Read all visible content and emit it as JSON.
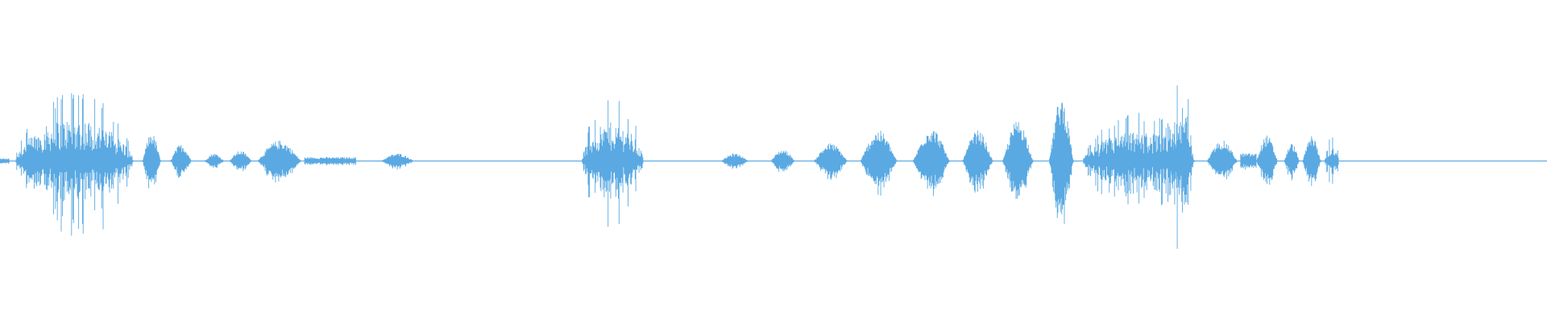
{
  "waveform": {
    "color": "#5aa9e2",
    "baseline_color": "#5aa9e2",
    "background": "#ffffff",
    "duration_fraction_note_free": true,
    "segments": [
      {
        "start": 0.0,
        "end": 0.006,
        "amp": 0.02,
        "style": "noise"
      },
      {
        "start": 0.01,
        "end": 0.09,
        "amp": 0.55,
        "style": "spiky"
      },
      {
        "start": 0.092,
        "end": 0.104,
        "amp": 0.22,
        "style": "burst"
      },
      {
        "start": 0.11,
        "end": 0.124,
        "amp": 0.13,
        "style": "burst"
      },
      {
        "start": 0.132,
        "end": 0.145,
        "amp": 0.06,
        "style": "burst"
      },
      {
        "start": 0.148,
        "end": 0.163,
        "amp": 0.08,
        "style": "burst"
      },
      {
        "start": 0.166,
        "end": 0.195,
        "amp": 0.16,
        "style": "burst"
      },
      {
        "start": 0.197,
        "end": 0.23,
        "amp": 0.03,
        "style": "noise"
      },
      {
        "start": 0.246,
        "end": 0.268,
        "amp": 0.06,
        "style": "burst"
      },
      {
        "start": 0.376,
        "end": 0.418,
        "amp": 0.5,
        "style": "spiky"
      },
      {
        "start": 0.466,
        "end": 0.484,
        "amp": 0.06,
        "style": "burst"
      },
      {
        "start": 0.498,
        "end": 0.514,
        "amp": 0.09,
        "style": "burst"
      },
      {
        "start": 0.526,
        "end": 0.548,
        "amp": 0.14,
        "style": "burst"
      },
      {
        "start": 0.556,
        "end": 0.58,
        "amp": 0.24,
        "style": "burst"
      },
      {
        "start": 0.59,
        "end": 0.614,
        "amp": 0.26,
        "style": "burst"
      },
      {
        "start": 0.622,
        "end": 0.642,
        "amp": 0.24,
        "style": "burst"
      },
      {
        "start": 0.648,
        "end": 0.668,
        "amp": 0.32,
        "style": "burst"
      },
      {
        "start": 0.678,
        "end": 0.694,
        "amp": 0.5,
        "style": "burst"
      },
      {
        "start": 0.7,
        "end": 0.776,
        "amp": 0.38,
        "style": "spiky"
      },
      {
        "start": 0.756,
        "end": 0.772,
        "amp": 0.72,
        "style": "spiky"
      },
      {
        "start": 0.78,
        "end": 0.8,
        "amp": 0.16,
        "style": "burst"
      },
      {
        "start": 0.802,
        "end": 0.812,
        "amp": 0.06,
        "style": "noise"
      },
      {
        "start": 0.812,
        "end": 0.826,
        "amp": 0.2,
        "style": "burst"
      },
      {
        "start": 0.83,
        "end": 0.84,
        "amp": 0.14,
        "style": "burst"
      },
      {
        "start": 0.842,
        "end": 0.854,
        "amp": 0.2,
        "style": "burst"
      },
      {
        "start": 0.856,
        "end": 0.866,
        "amp": 0.2,
        "style": "spiky"
      }
    ]
  }
}
